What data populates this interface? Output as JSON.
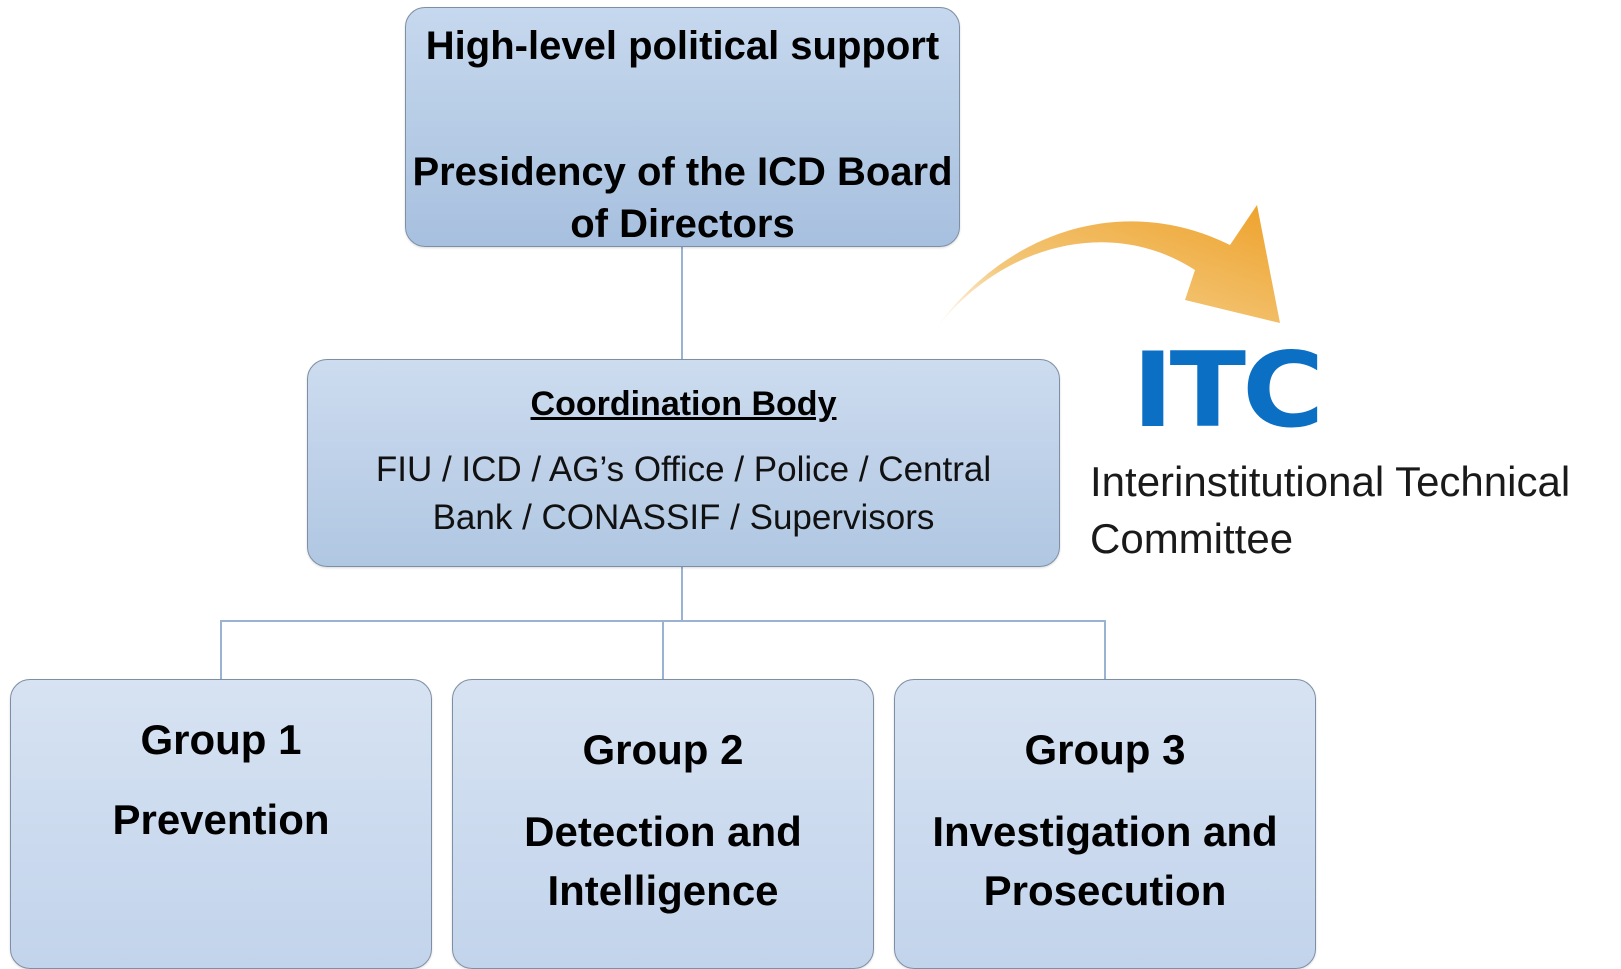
{
  "top_box": {
    "line1": "High-level political support",
    "line2": "Presidency of the ICD Board of Directors"
  },
  "coordination": {
    "title": "Coordination Body",
    "members": "FIU / ICD / AG’s Office / Police / Central Bank / CONASSIF / Supervisors"
  },
  "groups": [
    {
      "name": "Group 1",
      "desc": "Prevention"
    },
    {
      "name": "Group 2",
      "desc": "Detection and Intelligence"
    },
    {
      "name": "Group 3",
      "desc": "Investigation and Prosecution"
    }
  ],
  "itc": {
    "logo": "ITC",
    "full_name": "Interinstitutional Technical Committee",
    "logo_color": "#0b6fc4",
    "arrow_color": "#eea12a"
  },
  "colors": {
    "box_fill": "#b5cbe5",
    "connector": "#9ab3d3"
  }
}
